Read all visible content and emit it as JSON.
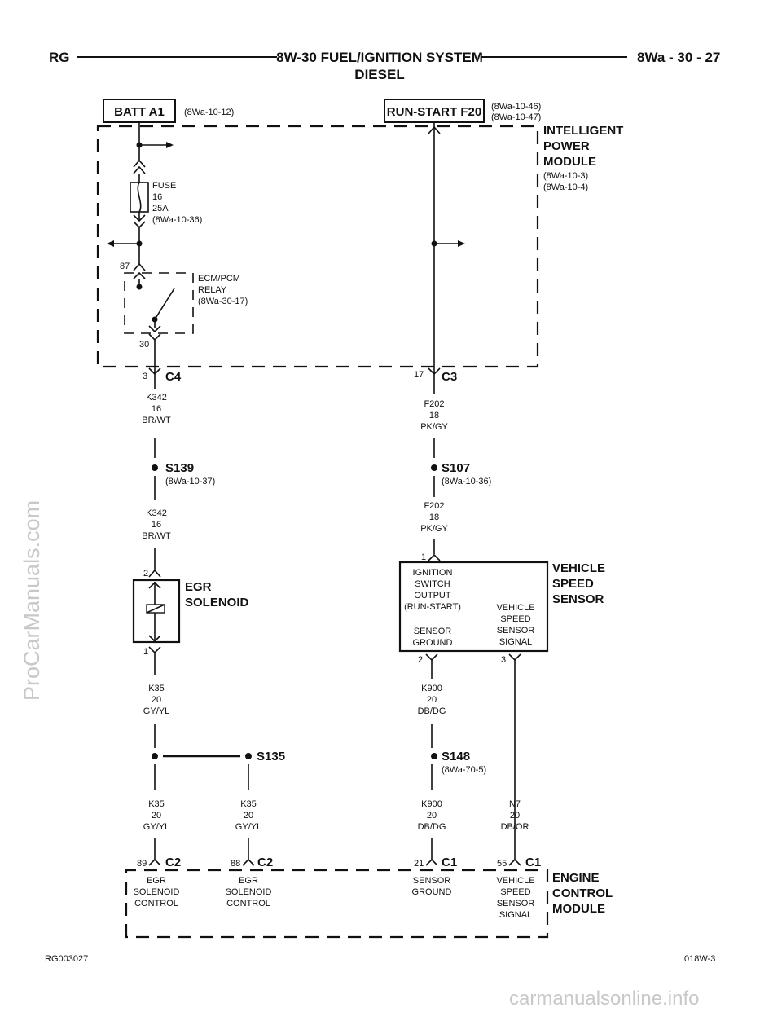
{
  "header": {
    "left": "RG",
    "title_line1": "8W-30 FUEL/IGNITION SYSTEM",
    "title_line2": "DIESEL",
    "right": "8Wa - 30 - 27"
  },
  "sources": {
    "batt_label": "BATT A1",
    "batt_ref": "(8Wa-10-12)",
    "run_label": "RUN-START F20",
    "run_ref1": "(8Wa-10-46)",
    "run_ref2": "(8Wa-10-47)"
  },
  "ipm": {
    "l1": "INTELLIGENT",
    "l2": "POWER",
    "l3": "MODULE",
    "ref1": "(8Wa-10-3)",
    "ref2": "(8Wa-10-4)"
  },
  "fuse": {
    "l1": "FUSE",
    "l2": "16",
    "l3": "25A",
    "ref": "(8Wa-10-36)"
  },
  "relay": {
    "pin_top": "87",
    "pin_bottom": "30",
    "l1": "ECM/PCM",
    "l2": "RELAY",
    "ref": "(8Wa-30-17)"
  },
  "connectors": {
    "c4": {
      "pin": "3",
      "name": "C4"
    },
    "c3": {
      "pin": "17",
      "name": "C3"
    }
  },
  "wires": {
    "k342a": {
      "code": "K342",
      "gauge": "16",
      "color": "BR/WT"
    },
    "k342b": {
      "code": "K342",
      "gauge": "16",
      "color": "BR/WT"
    },
    "f202a": {
      "code": "F202",
      "gauge": "18",
      "color": "PK/GY"
    },
    "f202b": {
      "code": "F202",
      "gauge": "18",
      "color": "PK/GY"
    },
    "k35a": {
      "code": "K35",
      "gauge": "20",
      "color": "GY/YL"
    },
    "k35b": {
      "code": "K35",
      "gauge": "20",
      "color": "GY/YL"
    },
    "k35c": {
      "code": "K35",
      "gauge": "20",
      "color": "GY/YL"
    },
    "k900a": {
      "code": "K900",
      "gauge": "20",
      "color": "DB/DG"
    },
    "k900b": {
      "code": "K900",
      "gauge": "20",
      "color": "DB/DG"
    },
    "n7": {
      "code": "N7",
      "gauge": "20",
      "color": "DB/OR"
    }
  },
  "splices": {
    "s139": {
      "name": "S139",
      "ref": "(8Wa-10-37)"
    },
    "s107": {
      "name": "S107",
      "ref": "(8Wa-10-36)"
    },
    "s135": {
      "name": "S135"
    },
    "s148": {
      "name": "S148",
      "ref": "(8Wa-70-5)"
    }
  },
  "egr": {
    "l1": "EGR",
    "l2": "SOLENOID",
    "pin_top": "2",
    "pin_bottom": "1"
  },
  "vss": {
    "l1": "VEHICLE",
    "l2": "SPEED",
    "l3": "SENSOR",
    "pin1": "1",
    "pin2": "2",
    "pin3": "3",
    "ign_l1": "IGNITION",
    "ign_l2": "SWITCH",
    "ign_l3": "OUTPUT",
    "ign_l4": "(RUN-START)",
    "gnd_l1": "SENSOR",
    "gnd_l2": "GROUND",
    "sig_l1": "VEHICLE",
    "sig_l2": "SPEED",
    "sig_l3": "SENSOR",
    "sig_l4": "SIGNAL"
  },
  "ecm": {
    "l1": "ENGINE",
    "l2": "CONTROL",
    "l3": "MODULE",
    "p1": {
      "pin": "89",
      "conn": "C2",
      "t1": "EGR",
      "t2": "SOLENOID",
      "t3": "CONTROL"
    },
    "p2": {
      "pin": "88",
      "conn": "C2",
      "t1": "EGR",
      "t2": "SOLENOID",
      "t3": "CONTROL"
    },
    "p3": {
      "pin": "21",
      "conn": "C1",
      "t1": "SENSOR",
      "t2": "GROUND"
    },
    "p4": {
      "pin": "55",
      "conn": "C1",
      "t1": "VEHICLE",
      "t2": "SPEED",
      "t3": "SENSOR",
      "t4": "SIGNAL"
    }
  },
  "footer": {
    "left": "RG003027",
    "right": "018W-3"
  },
  "watermarks": {
    "side": "ProCarManuals.com",
    "bottom": "carmanualsonline.info"
  }
}
